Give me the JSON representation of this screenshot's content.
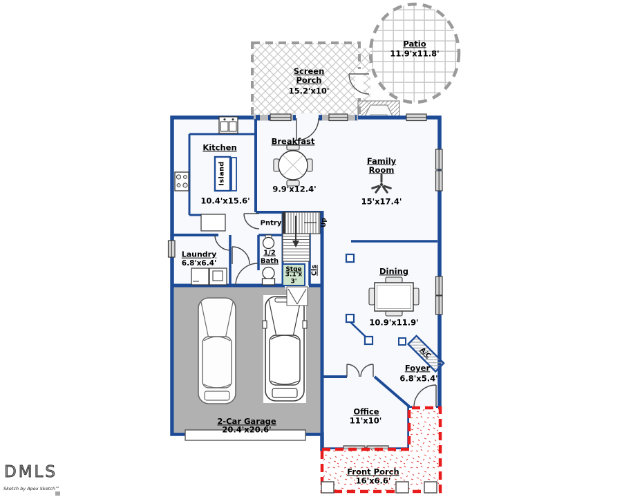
{
  "meta": {
    "watermark": "DMLS",
    "credit": "Sketch by Apex Sketch™"
  },
  "colors": {
    "wall_navy": "#1d4b96",
    "garage_gray": "#b1b1b1",
    "storage_green": "#cfe6cd",
    "porch_red": "#e81c1c",
    "hatch_gray": "#c8c8c8"
  },
  "rooms": {
    "patio": {
      "name": "Patio",
      "dims": "11.9'x11.8'"
    },
    "screen_porch": {
      "name": "Screen Porch",
      "dims": "15.2'x10'"
    },
    "kitchen": {
      "name": "Kitchen",
      "dims": "10.4'x15.6'"
    },
    "island": {
      "name": "Island"
    },
    "breakfast": {
      "name": "Breakfast",
      "dims": "9.9'x12.4'"
    },
    "family_room": {
      "name": "Family Room",
      "dims": "15'x17.4'"
    },
    "laundry": {
      "name": "Laundry",
      "dims": "6.8'x6.4'"
    },
    "pantry": {
      "name": "Pntry"
    },
    "half_bath": {
      "name": "1/2 Bath"
    },
    "storage": {
      "name": "Stge",
      "dims": "3.1'x 3'"
    },
    "closet": {
      "name": "Cls"
    },
    "stairs": {
      "name": "Up"
    },
    "dining": {
      "name": "Dining",
      "dims": "10.9'x11.9'"
    },
    "ac": {
      "name": "A/C"
    },
    "foyer": {
      "name": "Foyer",
      "dims": "6.8'x5.4'"
    },
    "office": {
      "name": "Office",
      "dims": "11'x10'"
    },
    "garage": {
      "name": "2-Car Garage",
      "dims": "20.4'x20.6'"
    },
    "front_porch": {
      "name": "Front Porch",
      "dims": "16'x6.6'"
    }
  }
}
